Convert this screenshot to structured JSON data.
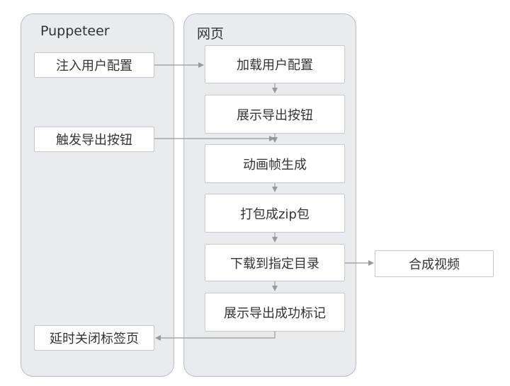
{
  "colors": {
    "lane_fill": "#e9ebef",
    "lane_border": "#b9bdc4",
    "node_fill": "#ffffff",
    "node_border": "#c4c7cc",
    "edge": "#999999",
    "text": "#333333"
  },
  "lanes": {
    "puppeteer": {
      "title": "Puppeteer"
    },
    "webpage": {
      "title": "网页"
    }
  },
  "nodes": {
    "inject_config": "注入用户配置",
    "trigger_export": "触发导出按钮",
    "close_tab": "延时关闭标签页",
    "load_config": "加载用户配置",
    "show_export": "展示导出按钮",
    "generate_frames": "动画帧生成",
    "pack_zip": "打包成zip包",
    "download": "下载到指定目录",
    "show_success": "展示导出成功标记",
    "compose_video": "合成视频"
  },
  "edges": [
    {
      "from": "inject_config",
      "to": "load_config"
    },
    {
      "from": "load_config",
      "to": "show_export"
    },
    {
      "from": "trigger_export",
      "to": "show_export"
    },
    {
      "from": "show_export",
      "to": "generate_frames"
    },
    {
      "from": "generate_frames",
      "to": "pack_zip"
    },
    {
      "from": "pack_zip",
      "to": "download"
    },
    {
      "from": "download",
      "to": "compose_video"
    },
    {
      "from": "download",
      "to": "show_success"
    },
    {
      "from": "show_success",
      "to": "close_tab"
    }
  ]
}
